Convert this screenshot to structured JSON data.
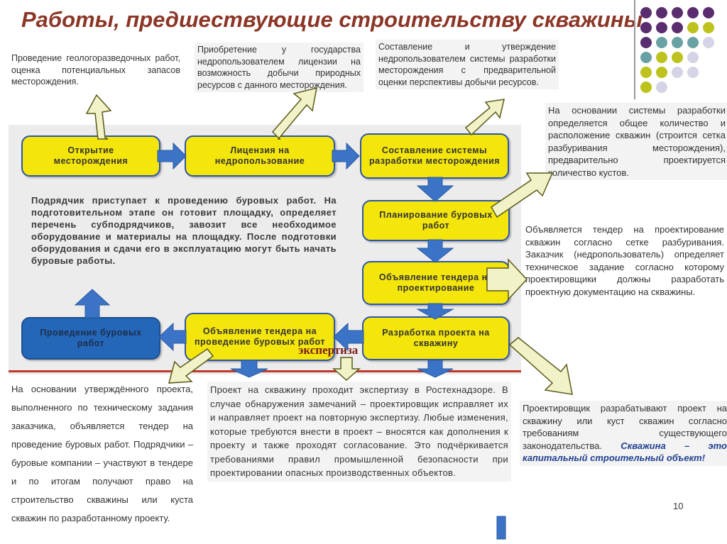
{
  "title": "Работы, предшествующие строительству скважины",
  "page_number": "10",
  "top_notes": [
    "Проведение геологоразведочных работ, оценка потенциальных запасов месторождения.",
    "Приобретение у государства недропользователем лицензии на возможность добычи природных ресурсов с данного месторождения.",
    "Составление и утверждение недропользователем системы разработки месторождения с предварительной оценки перспективы добычи ресурсов."
  ],
  "right_notes": [
    "На основании системы разработки определяется общее количество и расположение скважин (строится сетка разбуривания месторождения), предварительно проектируется количество кустов.",
    "Объявляется тендер на проектирование скважин согласно сетке разбуривания. Заказчик (недропользователь) определяет техническое задание согласно которому проектировщики должны разработать проектную документацию на скважины.",
    "Проектировщик разрабатывают проект на скважину или куст скважин согласно требованиям существующего законодательства."
  ],
  "right_note_emphasis": "Скважина – это капитальный строительный объект!",
  "bottom_notes": [
    "На основании утверждённого проекта, выполненного по техническому задания заказчика, объявляется тендер на проведение буровых работ. Подрядчики – буровые компании – участвуют в тендере и по итогам получают право на строительство скважины или куста скважин по разработанному проекту.",
    "Проект на скважину проходит экспертизу в Ростехнадзоре. В случае обнаружения замечаний – проектировщик исправляет их и направляет проект на повторную экспертизу. Любые изменения, которые требуются внести в проект – вносятся как дополнения к проекту и также проходят согласование. Это подчёркивается требованиями правил промышленной безопасности при проектировании опасных производственных объектов."
  ],
  "contractor_text": "Подрядчик приступает к проведению буровых работ. На подготовительном этапе он готовит площадку, определяет перечень субподрядчиков, завозит все необходимое оборудование и материалы на площадку. После подготовки оборудования и сдачи его в эксплуатацию могут быть начать буровые работы.",
  "steps": {
    "discovery": "Открытие месторождения",
    "license": "Лицензия на недропользование",
    "dev_system": "Составление системы разработки месторождения",
    "planning": "Планирование буровых работ",
    "tender_design": "Объявление тендера на проектирование",
    "project_dev": "Разработка проекта на скважину",
    "tender_drilling": "Объявление тендера на проведение буровых работ",
    "drilling": "Проведение буровых работ"
  },
  "expertise_label": "экспертиза",
  "colors": {
    "title": "#8b3626",
    "step_fill": "#f4e60a",
    "step_border": "#2d56a4",
    "final_fill": "#2467b8",
    "flow_arrow": "#3b73c6",
    "callout_arrow_fill": "#f2f2c8",
    "callout_arrow_stroke": "#5a5a1a",
    "dots": [
      "#5a2d6e",
      "#bdc21c",
      "#6aa1a4",
      "#d4d4e6"
    ]
  }
}
